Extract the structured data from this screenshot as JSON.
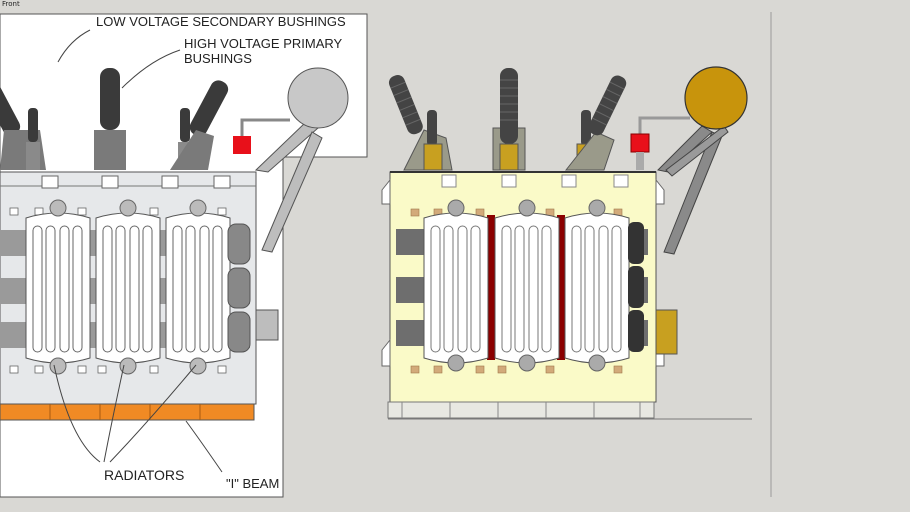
{
  "viewport": {
    "view_name": "Front"
  },
  "reference_drawing": {
    "labels": {
      "lv_bushings": "LOW VOLTAGE SECONDARY BUSHINGS",
      "hv_bushings_line1": "HIGH VOLTAGE PRIMARY",
      "hv_bushings_line2": "BUSHINGS",
      "radiators": "RADIATORS",
      "i_beam": "\"I\" BEAM"
    }
  },
  "model_colors": {
    "tank_body": "#fafac8",
    "bushing_base": "#c8a020",
    "insulator": "#444444",
    "conservator": "#c8940c",
    "relay": "#e8101a",
    "radiator_fill": "#ffffff",
    "radiator_joint": "#8b0000",
    "ref_tank": "#e6e8ea",
    "ref_beam": "#f08a24"
  }
}
